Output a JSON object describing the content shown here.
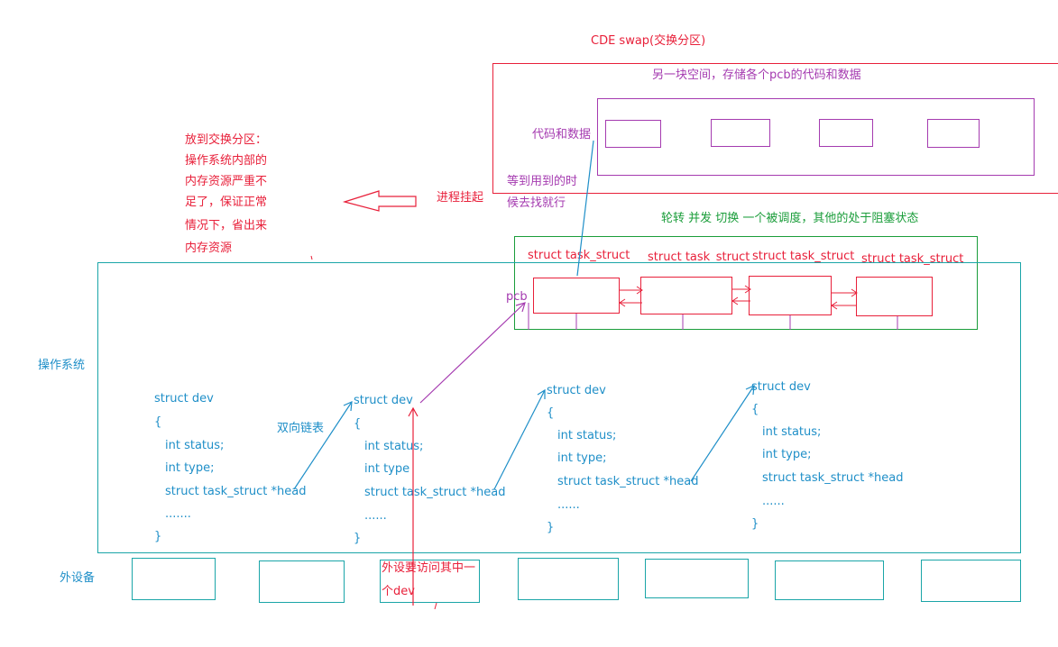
{
  "swap_title": "CDE swap(交换分区)",
  "swap_desc": "另一块空间，存储各个pcb的代码和数据",
  "code_data_label": "代码和数据",
  "wait_note": [
    "等到用到的时",
    "候去找就行"
  ],
  "put_to_swap": [
    "放到交换分区：",
    "操作系统内部的",
    "内存资源严重不",
    "足了，保证正常",
    "情况下，省出来",
    "内存资源"
  ],
  "suspend_label": "进程挂起",
  "schedule_note": "轮转    并发   切换     一个被调度，其他的处于阻塞状态",
  "task_struct_labels": [
    "struct task_struct",
    "struct task_struct",
    "struct task_struct",
    "struct task_struct"
  ],
  "pcb_label": "pcb",
  "os_label": "操作系统",
  "doubly_linked_label": "双向链表",
  "peripheral_label": "外设备",
  "peripheral_access_note": [
    "外设要访问其中一",
    "个dev"
  ],
  "dev_structs": [
    {
      "lines": [
        "struct dev",
        "{",
        "int status;",
        "int type;",
        "struct task_struct *head",
        ".......",
        "}"
      ]
    },
    {
      "lines": [
        "struct dev",
        "{",
        "int status;",
        "int type",
        "struct task_struct *head",
        "......",
        "}"
      ]
    },
    {
      "lines": [
        "struct dev",
        "{",
        "int status;",
        "int type;",
        "struct task_struct *head",
        "......",
        "}"
      ]
    },
    {
      "lines": [
        "struct dev",
        "{",
        "int status;",
        "int type;",
        "struct task_struct *head",
        "......",
        "}"
      ]
    }
  ],
  "colors": {
    "red": "#e8203a",
    "purple": "#a53bb0",
    "green": "#1a9d3a",
    "blue": "#1f8fc8",
    "teal": "#1aa5a8"
  }
}
